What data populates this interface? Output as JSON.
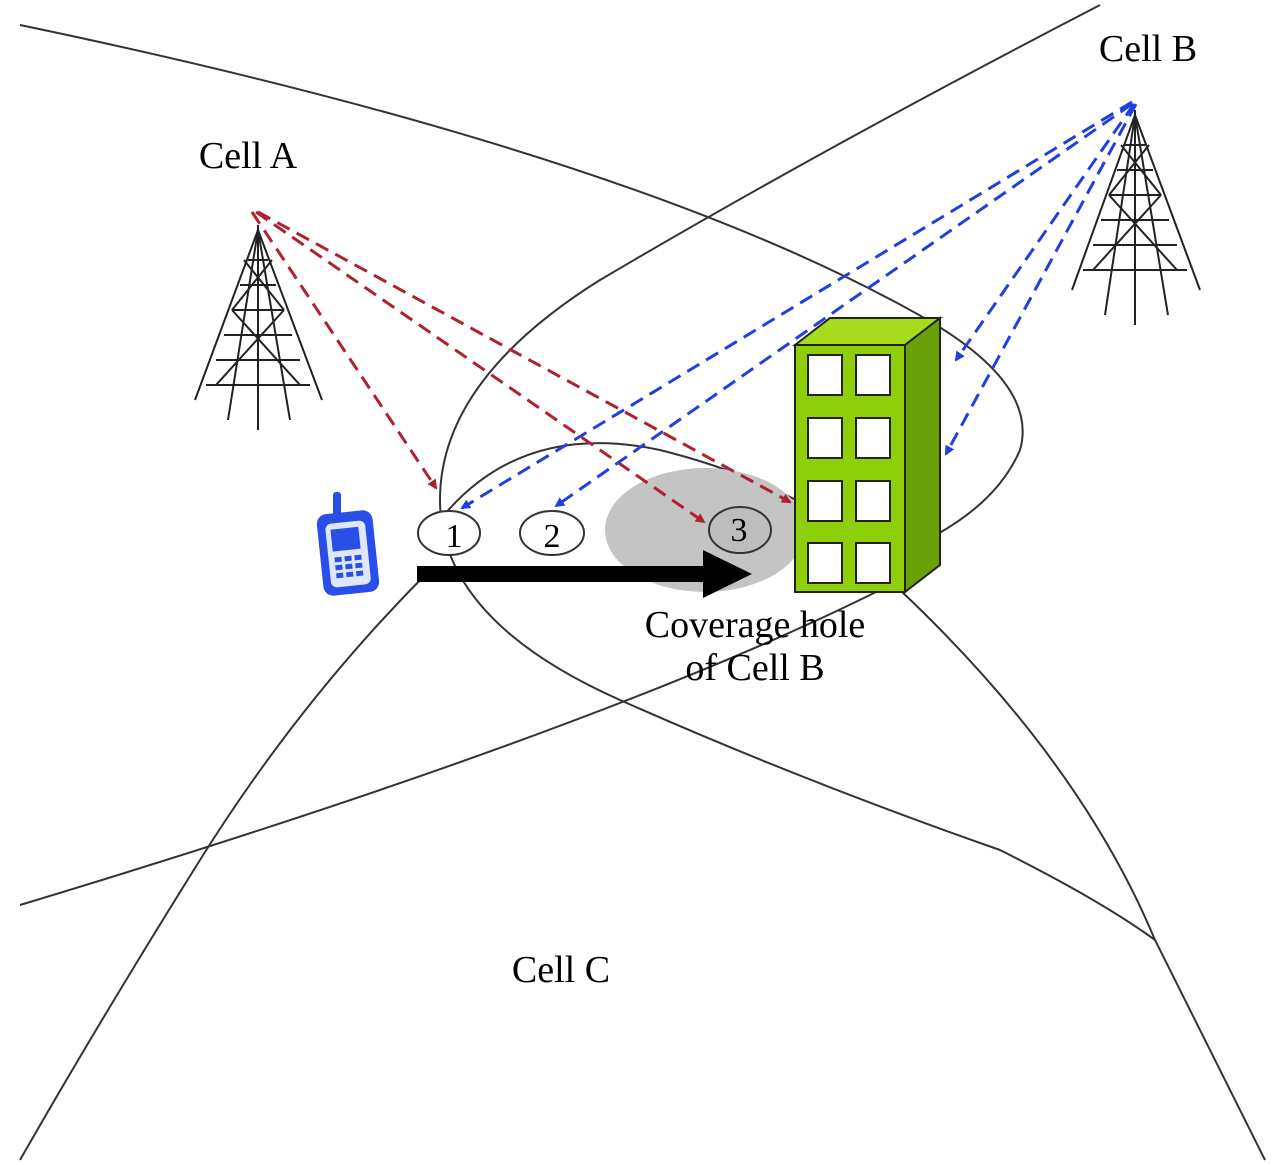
{
  "cells": {
    "a": "Cell A",
    "b": "Cell B",
    "c": "Cell C"
  },
  "positions": [
    "1",
    "2",
    "3"
  ],
  "coverage_hole": {
    "line1": "Coverage hole",
    "line2": "of Cell B"
  },
  "colors": {
    "cell_a_signal": "#b0202e",
    "cell_b_signal": "#1f3fe0",
    "building": "#8fcf0a",
    "coverage_hole": "#c4c4c4",
    "phone": "#2a4fe8"
  }
}
